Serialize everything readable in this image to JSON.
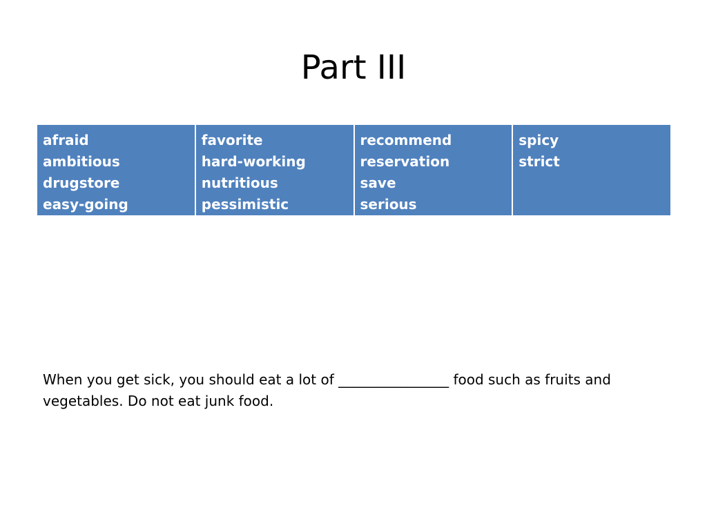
{
  "slide": {
    "title": "Part III"
  },
  "word_bank": {
    "columns": [
      [
        "afraid",
        "ambitious",
        "drugstore",
        "easy-going"
      ],
      [
        "favorite",
        "hard-working",
        "nutritious",
        "pessimistic"
      ],
      [
        "recommend",
        "reservation",
        "save",
        "serious"
      ],
      [
        "spicy",
        "strict"
      ]
    ]
  },
  "question": {
    "text": "When you get sick, you should eat a lot of ________________ food such as fruits and vegetables. Do not eat junk food."
  }
}
